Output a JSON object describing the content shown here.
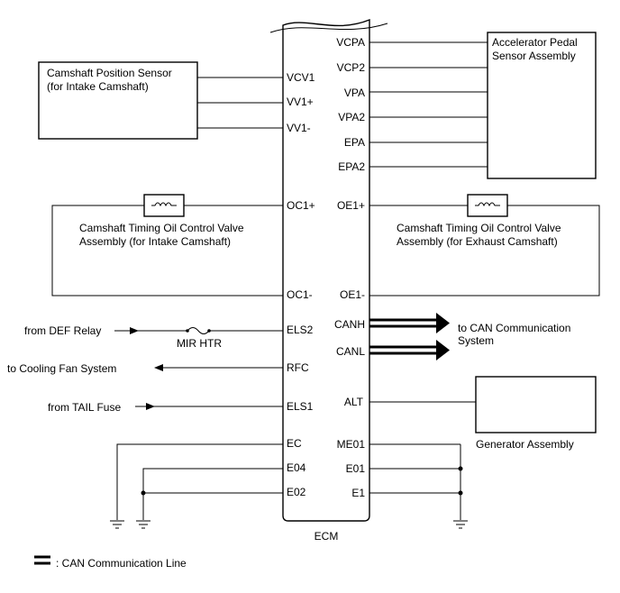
{
  "ecm": {
    "label": "ECM",
    "left_pins": [
      "VCV1",
      "VV1+",
      "VV1-",
      "OC1+",
      "OC1-",
      "ELS2",
      "RFC",
      "ELS1",
      "EC",
      "E04",
      "E02"
    ],
    "right_pins": [
      "VCPA",
      "VCP2",
      "VPA",
      "VPA2",
      "EPA",
      "EPA2",
      "OE1+",
      "OE1-",
      "CANH",
      "CANL",
      "ALT",
      "ME01",
      "E01",
      "E1"
    ]
  },
  "components": {
    "cam_sensor": [
      "Camshaft Position Sensor",
      "(for Intake Camshaft)"
    ],
    "accel_sensor": [
      "Accelerator Pedal",
      "Sensor Assembly"
    ],
    "ocv_intake": [
      "Camshaft Timing Oil Control Valve",
      "Assembly (for Intake Camshaft)"
    ],
    "ocv_exhaust": [
      "Camshaft Timing Oil Control Valve",
      "Assembly (for Exhaust Camshaft)"
    ],
    "generator": "Generator Assembly"
  },
  "external": {
    "def_relay": "from DEF Relay",
    "mir_htr": "MIR HTR",
    "cooling_fan": "to Cooling Fan System",
    "tail_fuse": "from TAIL Fuse",
    "can_comm": [
      "to CAN Communication",
      "System"
    ]
  },
  "legend": {
    "can_line": ": CAN Communication Line"
  }
}
